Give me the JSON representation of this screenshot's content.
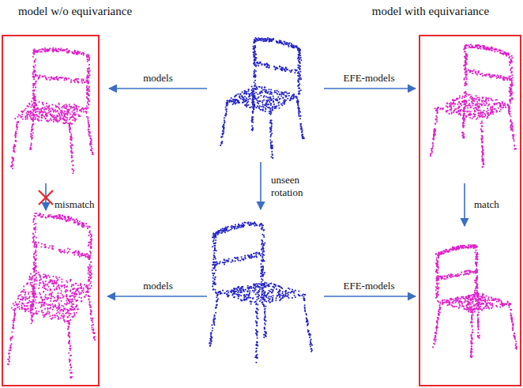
{
  "diagram": {
    "nodes": [
      {
        "text": [
          "model w/o equivariance"
        ]
      },
      {
        "text": [
          "model with equivariance"
        ]
      }
    ],
    "labels": [
      "models",
      "EFE-models",
      "mismatch",
      "unseen rotation",
      "match",
      "models",
      "EFE-models"
    ]
  }
}
